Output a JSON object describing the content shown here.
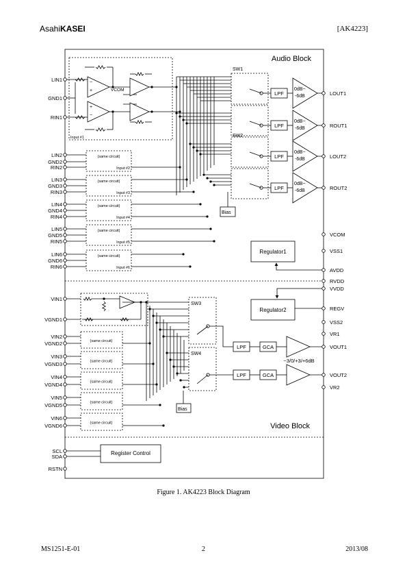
{
  "header": {
    "logo_light": "Asahi",
    "logo_bold": "KASEI",
    "part": "[AK4223]"
  },
  "footer": {
    "doc": "MS1251-E-01",
    "page": "2",
    "date": "2013/08"
  },
  "caption": "Figure 1. AK4223 Block Diagram",
  "blocks": {
    "audio": "Audio Block",
    "video": "Video Block"
  },
  "input1": {
    "pins": [
      "LIN1",
      "GND1",
      "RIN1"
    ],
    "vcom": "VCOM",
    "label": "Input #1"
  },
  "audio_inputs": [
    {
      "pins": [
        "LIN2",
        "GND2",
        "RIN2"
      ],
      "same": "(same circuit)",
      "label": "Input #2"
    },
    {
      "pins": [
        "LIN3",
        "GND3",
        "RIN3"
      ],
      "same": "(same circuit)",
      "label": "Input #3"
    },
    {
      "pins": [
        "LIN4",
        "GND4",
        "RIN4"
      ],
      "same": "(same circuit)",
      "label": "Input #4"
    },
    {
      "pins": [
        "LIN5",
        "GND5",
        "RIN5"
      ],
      "same": "(same circuit)",
      "label": "Input #5"
    },
    {
      "pins": [
        "LIN6",
        "GND6",
        "RIN6"
      ],
      "same": "(same circuit)",
      "label": "Input #6"
    }
  ],
  "switches": {
    "sw1": "SW1",
    "sw2": "SW2",
    "sw3": "SW3",
    "sw4": "SW4",
    "bias": "Bias"
  },
  "audio_outputs": [
    {
      "lpf": "LPF",
      "gain1": "0dB~",
      "gain2": "-6dB",
      "pin": "LOUT1"
    },
    {
      "lpf": "LPF",
      "gain1": "0dB~",
      "gain2": "-6dB",
      "pin": "ROUT1"
    },
    {
      "lpf": "LPF",
      "gain1": "0dB~",
      "gain2": "-6dB",
      "pin": "LOUT2"
    },
    {
      "lpf": "LPF",
      "gain1": "0dB~",
      "gain2": "-6dB",
      "pin": "ROUT2"
    }
  ],
  "right_pins": [
    "VCOM",
    "VSS1",
    "AVDD",
    "RVDD",
    "VVDD",
    "REGV",
    "VSS2",
    "VR1",
    "VOUT1",
    "VOUT2",
    "VR2"
  ],
  "regulators": {
    "r1": "Regulator1",
    "r2": "Regulator2"
  },
  "video_inputs": [
    {
      "pins": [
        "VIN1",
        "VGND1"
      ]
    },
    {
      "pins": [
        "VIN2",
        "VGND2"
      ],
      "same": "(same circuit)"
    },
    {
      "pins": [
        "VIN3",
        "VGND3"
      ],
      "same": "(same circuit)"
    },
    {
      "pins": [
        "VIN4",
        "VGND4"
      ],
      "same": "(same circuit)"
    },
    {
      "pins": [
        "VIN5",
        "VGND5"
      ],
      "same": "(same circuit)"
    },
    {
      "pins": [
        "VIN6",
        "VGND6"
      ],
      "same": "(same circuit)"
    }
  ],
  "video_outputs": [
    {
      "lpf": "LPF",
      "gca": "GCA"
    },
    {
      "lpf": "LPF",
      "gca": "GCA"
    }
  ],
  "video_gain": "−3/0/+3/+6dB",
  "control": {
    "pins": [
      "SCL",
      "SDA",
      "RSTN"
    ],
    "label": "Register Control"
  }
}
